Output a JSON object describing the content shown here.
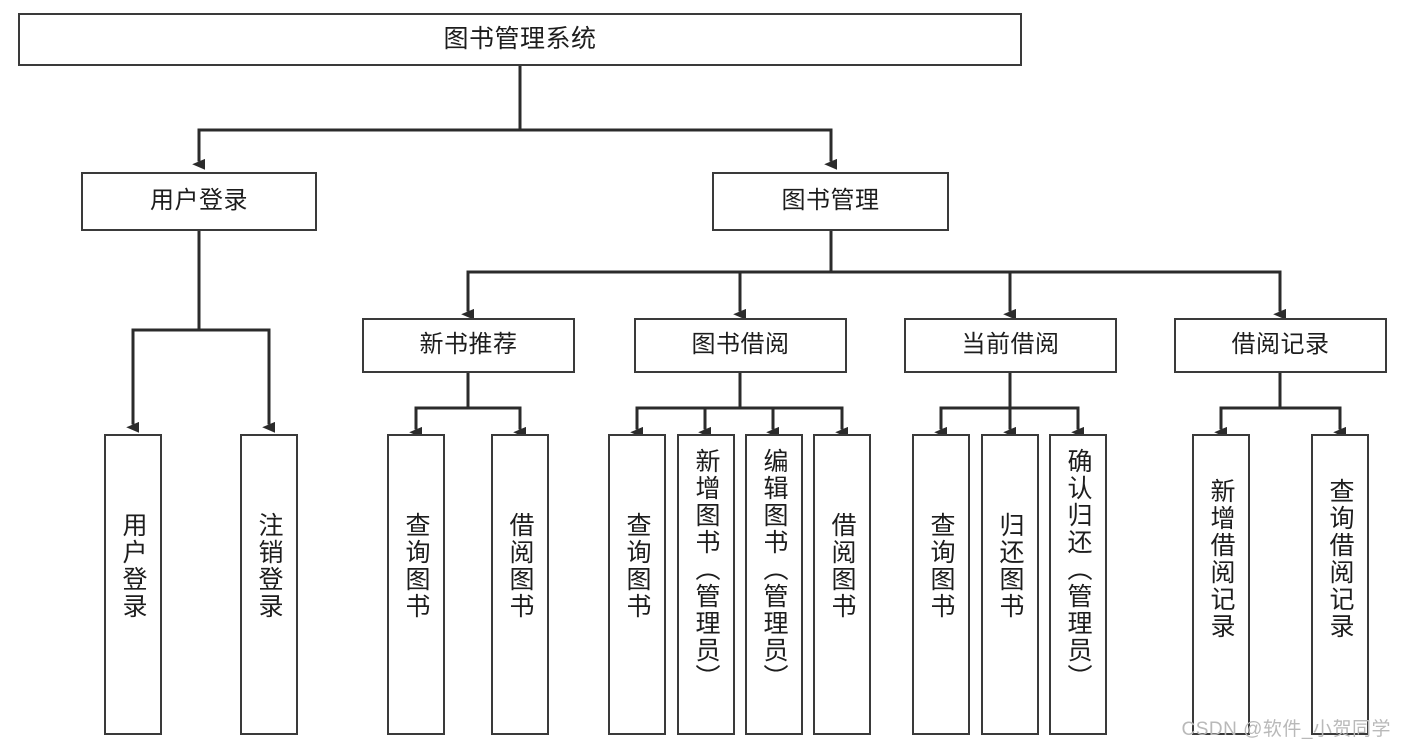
{
  "diagram": {
    "title": "图书管理系统",
    "type": "tree",
    "orientation": "top-down",
    "watermark": "CSDN @软件_小贺同学",
    "style": {
      "background": "#ffffff",
      "box_fill": "#ffffff",
      "box_border": "#3a3a3a",
      "line_color": "#2b2b2b",
      "text_color": "#1d1d1d",
      "watermark_color": "#b9b9b9"
    },
    "nodes": {
      "root": {
        "id": "root",
        "label": "图书管理系统",
        "level": 0,
        "text_direction": "horizontal"
      },
      "l1": [
        {
          "id": "user-login",
          "label": "用户登录",
          "level": 1,
          "text_direction": "horizontal"
        },
        {
          "id": "book-manage",
          "label": "图书管理",
          "level": 1,
          "text_direction": "horizontal"
        }
      ],
      "l2": [
        {
          "id": "new-book-rec",
          "label": "新书推荐",
          "level": 2,
          "parent": "book-manage",
          "text_direction": "horizontal"
        },
        {
          "id": "book-borrow",
          "label": "图书借阅",
          "level": 2,
          "parent": "book-manage",
          "text_direction": "horizontal"
        },
        {
          "id": "current-borrow",
          "label": "当前借阅",
          "level": 2,
          "parent": "book-manage",
          "text_direction": "horizontal"
        },
        {
          "id": "borrow-record",
          "label": "借阅记录",
          "level": 2,
          "parent": "book-manage",
          "text_direction": "horizontal"
        }
      ],
      "leaves": [
        {
          "id": "leaf-user-login",
          "label": "用户登录",
          "parent": "user-login",
          "text_direction": "vertical"
        },
        {
          "id": "leaf-user-logout",
          "label": "注销登录",
          "parent": "user-login",
          "text_direction": "vertical"
        },
        {
          "id": "leaf-query-book-rec",
          "label": "查询图书",
          "parent": "new-book-rec",
          "text_direction": "vertical"
        },
        {
          "id": "leaf-borrow-book-rec",
          "label": "借阅图书",
          "parent": "new-book-rec",
          "text_direction": "vertical"
        },
        {
          "id": "leaf-query-book-borrow",
          "label": "查询图书",
          "parent": "book-borrow",
          "text_direction": "vertical"
        },
        {
          "id": "leaf-add-book",
          "label": "新增图书（管理员）",
          "parent": "book-borrow",
          "text_direction": "vertical"
        },
        {
          "id": "leaf-edit-book",
          "label": "编辑图书（管理员）",
          "parent": "book-borrow",
          "text_direction": "vertical"
        },
        {
          "id": "leaf-borrow-book",
          "label": "借阅图书",
          "parent": "book-borrow",
          "text_direction": "vertical"
        },
        {
          "id": "leaf-query-book-cur",
          "label": "查询图书",
          "parent": "current-borrow",
          "text_direction": "vertical"
        },
        {
          "id": "leaf-return-book",
          "label": "归还图书",
          "parent": "current-borrow",
          "text_direction": "vertical"
        },
        {
          "id": "leaf-confirm-return",
          "label": "确认归还（管理员）",
          "parent": "current-borrow",
          "text_direction": "vertical"
        },
        {
          "id": "leaf-add-record",
          "label": "新增借阅记录",
          "parent": "borrow-record",
          "text_direction": "vertical"
        },
        {
          "id": "leaf-query-record",
          "label": "查询借阅记录",
          "parent": "borrow-record",
          "text_direction": "vertical"
        }
      ]
    }
  }
}
